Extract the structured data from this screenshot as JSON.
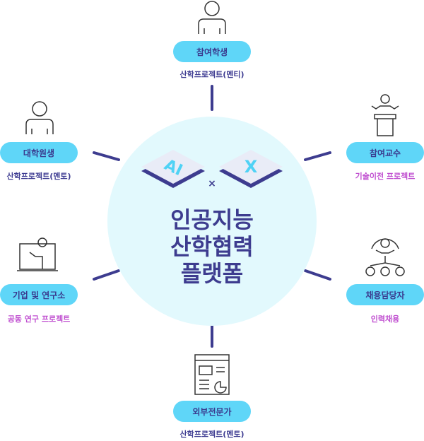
{
  "center": {
    "logo_text": "AI x X",
    "title_lines": [
      "인공지능",
      "산학협력",
      "플랫폼"
    ]
  },
  "nodes": {
    "top": {
      "label": "참여학생",
      "sub": "산학프로젝트(멘티)"
    },
    "left_top": {
      "label": "대학원생",
      "sub": "산학프로젝트(멘토)"
    },
    "right_top": {
      "label": "참여교수",
      "sub": "기술이전 프로젝트"
    },
    "left_bottom": {
      "label": "기업 및 연구소",
      "sub": "공동 연구 프로젝트"
    },
    "right_bottom": {
      "label": "채용담당자",
      "sub": "인력채용"
    },
    "bottom": {
      "label": "외부전문가",
      "sub": "산학프로젝트(멘토)"
    }
  },
  "colors": {
    "pill": "#5fd6f8",
    "navy": "#3f3d92",
    "purple": "#c04fd0",
    "circle": "#e2f9fd"
  }
}
